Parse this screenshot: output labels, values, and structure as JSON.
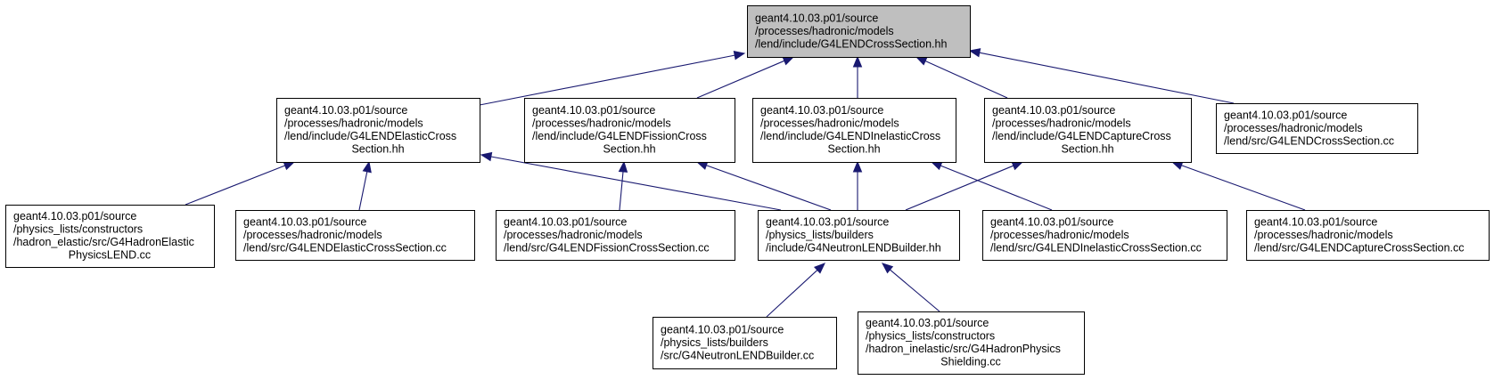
{
  "diagram": {
    "colors": {
      "edge": "#191970",
      "root_fill": "#bfbfbf",
      "node_fill": "#ffffff",
      "border": "#000000"
    },
    "nodes": [
      {
        "id": "root",
        "lines": [
          "geant4.10.03.p01/source",
          "/processes/hadronic/models",
          "/lend/include/G4LENDCrossSection.hh"
        ]
      },
      {
        "id": "elastic_hh",
        "lines": [
          "geant4.10.03.p01/source",
          "/processes/hadronic/models",
          "/lend/include/G4LENDElasticCross",
          "Section.hh"
        ]
      },
      {
        "id": "fission_hh",
        "lines": [
          "geant4.10.03.p01/source",
          "/processes/hadronic/models",
          "/lend/include/G4LENDFissionCross",
          "Section.hh"
        ]
      },
      {
        "id": "inelastic_hh",
        "lines": [
          "geant4.10.03.p01/source",
          "/processes/hadronic/models",
          "/lend/include/G4LENDInelasticCross",
          "Section.hh"
        ]
      },
      {
        "id": "capture_hh",
        "lines": [
          "geant4.10.03.p01/source",
          "/processes/hadronic/models",
          "/lend/include/G4LENDCaptureCross",
          "Section.hh"
        ]
      },
      {
        "id": "cross_cc",
        "lines": [
          "geant4.10.03.p01/source",
          "/processes/hadronic/models",
          "/lend/src/G4LENDCrossSection.cc"
        ]
      },
      {
        "id": "hadron_elastic_cc",
        "lines": [
          "geant4.10.03.p01/source",
          "/physics_lists/constructors",
          "/hadron_elastic/src/G4HadronElastic",
          "PhysicsLEND.cc"
        ]
      },
      {
        "id": "elastic_cc",
        "lines": [
          "geant4.10.03.p01/source",
          "/processes/hadronic/models",
          "/lend/src/G4LENDElasticCrossSection.cc"
        ]
      },
      {
        "id": "fission_cc",
        "lines": [
          "geant4.10.03.p01/source",
          "/processes/hadronic/models",
          "/lend/src/G4LENDFissionCrossSection.cc"
        ]
      },
      {
        "id": "builder_hh",
        "lines": [
          "geant4.10.03.p01/source",
          "/physics_lists/builders",
          "/include/G4NeutronLENDBuilder.hh"
        ]
      },
      {
        "id": "inelastic_cc",
        "lines": [
          "geant4.10.03.p01/source",
          "/processes/hadronic/models",
          "/lend/src/G4LENDInelasticCrossSection.cc"
        ]
      },
      {
        "id": "capture_cc",
        "lines": [
          "geant4.10.03.p01/source",
          "/processes/hadronic/models",
          "/lend/src/G4LENDCaptureCrossSection.cc"
        ]
      },
      {
        "id": "builder_cc",
        "lines": [
          "geant4.10.03.p01/source",
          "/physics_lists/builders",
          "/src/G4NeutronLENDBuilder.cc"
        ]
      },
      {
        "id": "shielding_cc",
        "lines": [
          "geant4.10.03.p01/source",
          "/physics_lists/constructors",
          "/hadron_inelastic/src/G4HadronPhysics",
          "Shielding.cc"
        ]
      }
    ],
    "edges": [
      {
        "from": "elastic_hh",
        "to": "root"
      },
      {
        "from": "fission_hh",
        "to": "root"
      },
      {
        "from": "inelastic_hh",
        "to": "root"
      },
      {
        "from": "capture_hh",
        "to": "root"
      },
      {
        "from": "cross_cc",
        "to": "root"
      },
      {
        "from": "hadron_elastic_cc",
        "to": "elastic_hh"
      },
      {
        "from": "elastic_cc",
        "to": "elastic_hh"
      },
      {
        "from": "builder_hh",
        "to": "elastic_hh"
      },
      {
        "from": "fission_cc",
        "to": "fission_hh"
      },
      {
        "from": "builder_hh",
        "to": "fission_hh"
      },
      {
        "from": "builder_hh",
        "to": "inelastic_hh"
      },
      {
        "from": "inelastic_cc",
        "to": "inelastic_hh"
      },
      {
        "from": "builder_hh",
        "to": "capture_hh"
      },
      {
        "from": "capture_cc",
        "to": "capture_hh"
      },
      {
        "from": "builder_cc",
        "to": "builder_hh"
      },
      {
        "from": "shielding_cc",
        "to": "builder_hh"
      }
    ]
  }
}
